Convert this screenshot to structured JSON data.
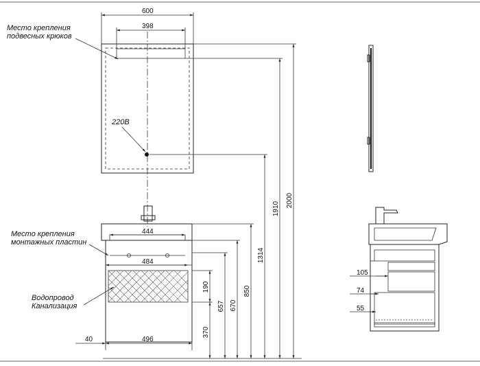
{
  "labels": {
    "mount_hooks": [
      "Место крепления",
      "подвесных крюков"
    ],
    "mount_plates": [
      "Место крепления",
      "монтажных пластин"
    ],
    "plumbing": [
      "Водопровод",
      "Канализация"
    ],
    "power": "220В"
  },
  "dimensions": {
    "mirror_width": "600",
    "hooks_spacing": "398",
    "basin_width": "444",
    "plates_spacing": "484",
    "cabinet_width": "496",
    "side_offset": "40",
    "h_190": "190",
    "h_370": "370",
    "h_657": "657",
    "h_670": "670",
    "h_850": "850",
    "h_1314": "1314",
    "h_1910": "1910",
    "h_2000": "2000",
    "side_105": "105",
    "side_74": "74",
    "side_55": "55"
  }
}
